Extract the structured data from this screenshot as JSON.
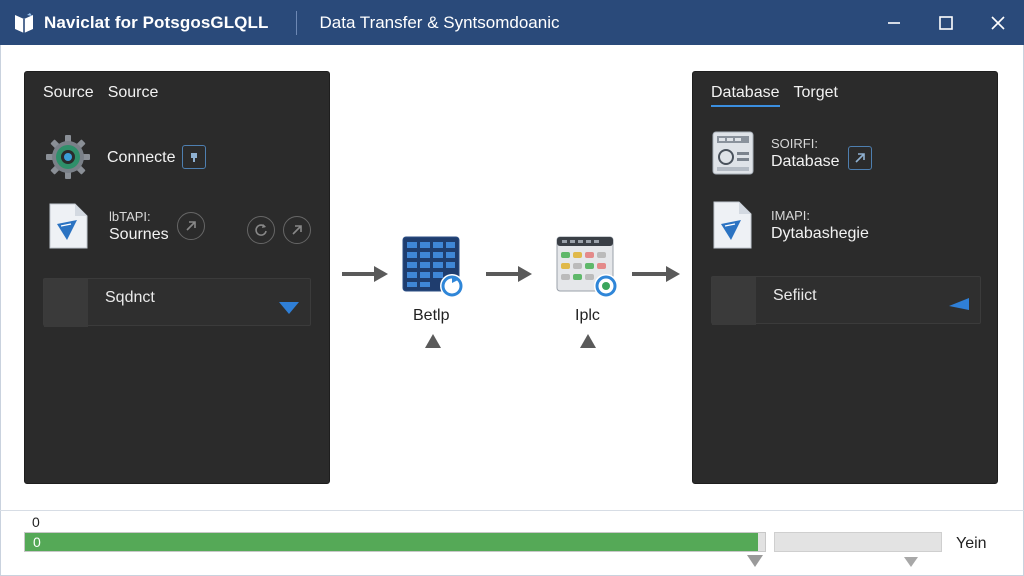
{
  "window": {
    "app_title": "Naviclat for PotsgosGLQLL",
    "dialog_title": "Data Transfer & Syntsomdoanic",
    "minimize_icon": "minimize-icon",
    "maximize_icon": "maximize-icon",
    "close_icon": "close-icon",
    "title_bar_color": "#2a4a7a"
  },
  "source_panel": {
    "tabs": [
      "Source",
      "Source"
    ],
    "connection": {
      "label": "Connecte",
      "icon": "gear-icon"
    },
    "file": {
      "line1": "lbTAPI:",
      "line2": "Sournes",
      "icon": "file-icon"
    },
    "select": {
      "value": "Sqdnct"
    }
  },
  "target_panel": {
    "tabs": [
      "Database",
      "Torget"
    ],
    "connection": {
      "line1": "SOIRFI:",
      "line2": "Database",
      "icon": "database-server-icon"
    },
    "file": {
      "line1": "IMAPI:",
      "line2": "Dytabashegie",
      "icon": "file-icon"
    },
    "select": {
      "value": "Sefiict"
    }
  },
  "flow": {
    "step1_label": "Betlp",
    "step2_label": "Iplc"
  },
  "progress": {
    "top_label": "0",
    "value_label": "0",
    "fraction": 0.99,
    "status": "Yein",
    "fill_color": "#55a957"
  }
}
